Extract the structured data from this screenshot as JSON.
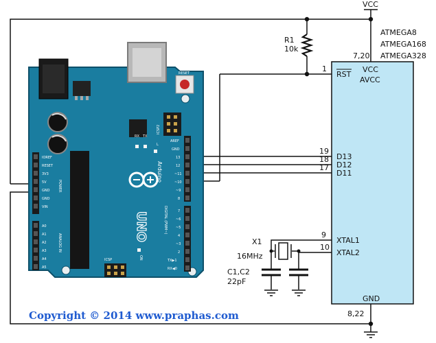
{
  "labels": {
    "vcc_top": "VCC",
    "r1_name": "R1",
    "r1_value": "10k",
    "chip_names": [
      "ATMEGA8",
      "ATMEGA168",
      "ATMEGA328"
    ],
    "vcc_pins": "7,20",
    "pin_vcc": "VCC",
    "pin_avcc": "AVCC",
    "rst_pin_number": "1",
    "rst_label": "RST",
    "pins": [
      {
        "number": "19",
        "name": "D13"
      },
      {
        "number": "18",
        "name": "D12"
      },
      {
        "number": "17",
        "name": "D11"
      },
      {
        "number": "9",
        "name": "XTAL1"
      },
      {
        "number": "10",
        "name": "XTAL2"
      }
    ],
    "gnd_label": "GND",
    "gnd_pins": "8,22",
    "crystal_name": "X1",
    "crystal_value": "16MHz",
    "caps_name": "C1,C2",
    "caps_value": "22pF",
    "copyright": "Copyright © 2014 www.praphas.com"
  },
  "board": {
    "reset_label": "RESET",
    "icsp2_label": "ICSP2",
    "icsp_label": "ICSP",
    "tx_label": "TX",
    "rx_label": "RX",
    "l_label": "L",
    "on_label": "ON",
    "brand_text": "Arduino",
    "model_text": "UNO",
    "digital_label": "DIGITAL (PWM~)",
    "power_label": "POWER",
    "analog_label": "ANALOG IN",
    "left_power_pins": [
      "IOREF",
      "RESET",
      "3V3",
      "5V",
      "GND",
      "GND",
      "VIN"
    ],
    "left_analog_pins": [
      "A0",
      "A1",
      "A2",
      "A3",
      "A4",
      "A5"
    ],
    "right_top_pins": [
      "AREF",
      "GND",
      "13",
      "12",
      "~11",
      "~10",
      "~9",
      "8"
    ],
    "right_bottom_pins": [
      "7",
      "~6",
      "~5",
      "4",
      "~3",
      "2",
      "TX▶1",
      "RX◀0"
    ]
  },
  "colors": {
    "board": "#1a7da0",
    "board_dark": "#0f5f7e",
    "wire": "#111111",
    "copyright": "#1f5bd0",
    "chip_fill": "#bfe6f5",
    "resistor": "#111111"
  }
}
